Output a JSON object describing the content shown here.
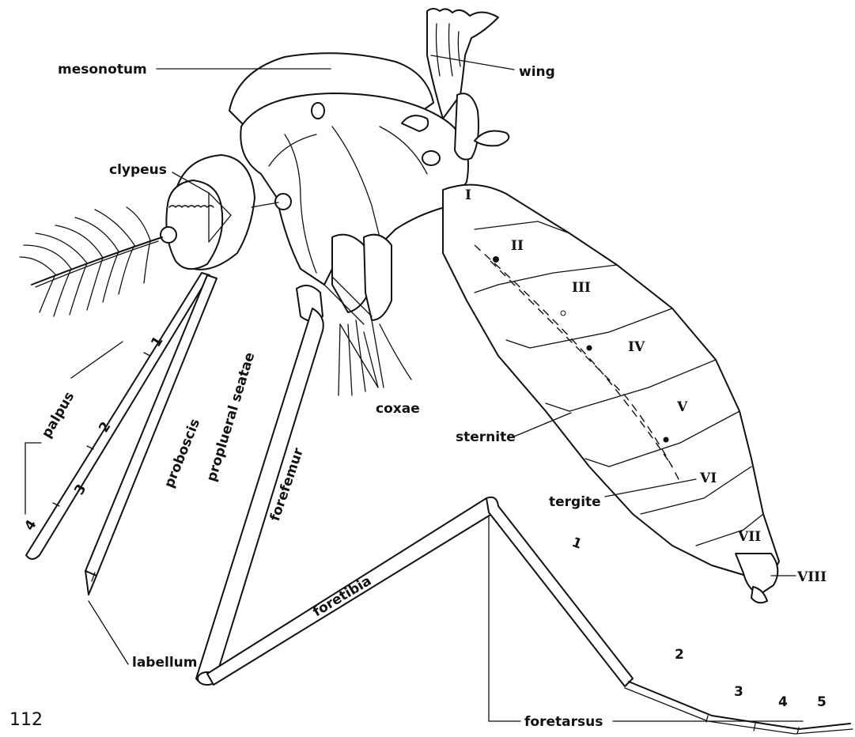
{
  "figure": {
    "page_number": "112",
    "labels": {
      "mesonotum": "mesonotum",
      "wing": "wing",
      "clypeus": "clypeus",
      "palpus": "palpus",
      "proboscis": "proboscis",
      "proplueral_seatae": "proplueral seatae",
      "coxae": "coxae",
      "sternite": "sternite",
      "forefemur": "forefemur",
      "tergite": "tergite",
      "foretibia": "foretibia",
      "labellum": "labellum",
      "foretarsus": "foretarsus"
    },
    "palpus_segments": [
      "1",
      "2",
      "3",
      "4"
    ],
    "tarsus_segments": [
      "1",
      "2",
      "3",
      "4",
      "5"
    ],
    "abdominal_segments": [
      "I",
      "II",
      "III",
      "IV",
      "V",
      "VI",
      "VII",
      "VIII"
    ]
  }
}
